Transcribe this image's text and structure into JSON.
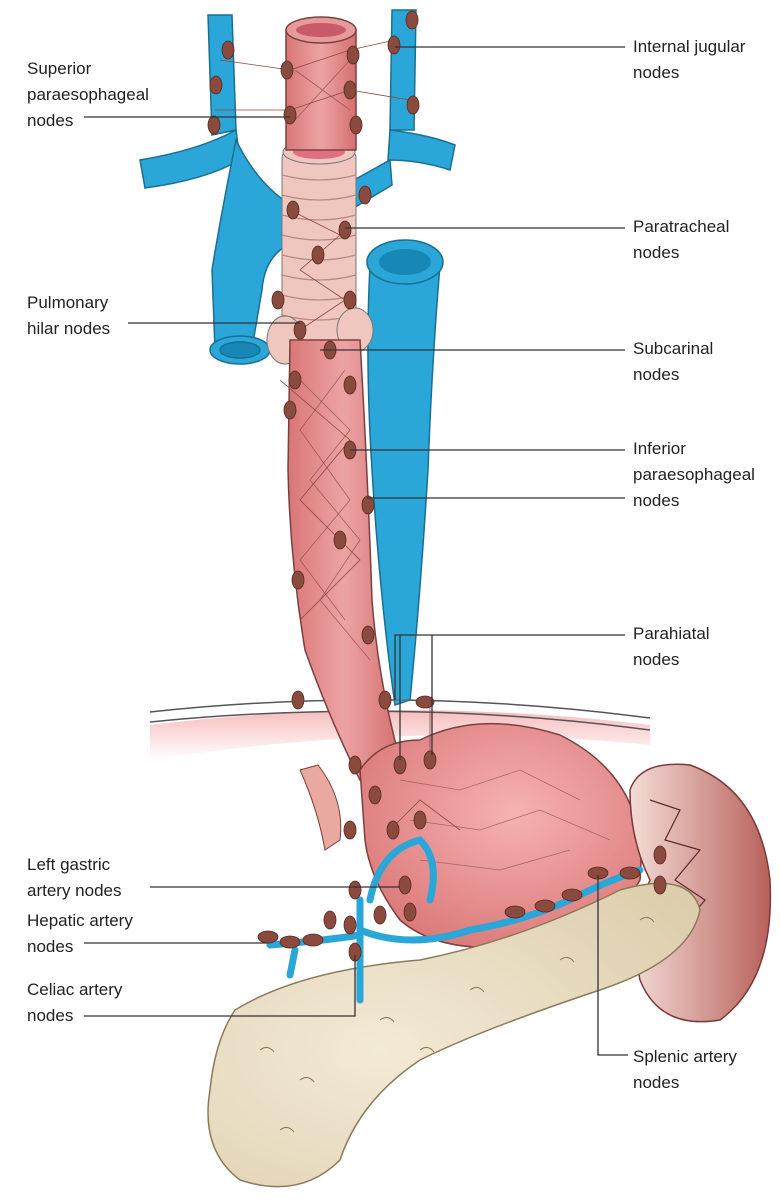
{
  "labels": {
    "internal_jugular": "Internal jugular\nnodes",
    "superior_paraesophageal": "Superior\nparaesophageal\nnodes",
    "paratracheal": "Paratracheal\nnodes",
    "pulmonary_hilar": "Pulmonary\nhilar nodes",
    "subcarinal": "Subcarinal\nnodes",
    "inferior_paraesophageal": "Inferior\nparaesophageal\nnodes",
    "parahiatal": "Parahiatal\nnodes",
    "left_gastric": "Left gastric\nartery nodes",
    "hepatic_artery": "Hepatic artery\nnodes",
    "celiac_artery": "Celiac artery\nnodes",
    "splenic_artery": "Splenic artery\nnodes"
  },
  "colors": {
    "vessel_blue": "#2aa7d8",
    "esophagus_pink": "#e08a8a",
    "node_brown": "#8a4a3e",
    "pancreas_tan": "#e8dcc0",
    "spleen": "#c9807c",
    "leader_line": "#333333"
  }
}
